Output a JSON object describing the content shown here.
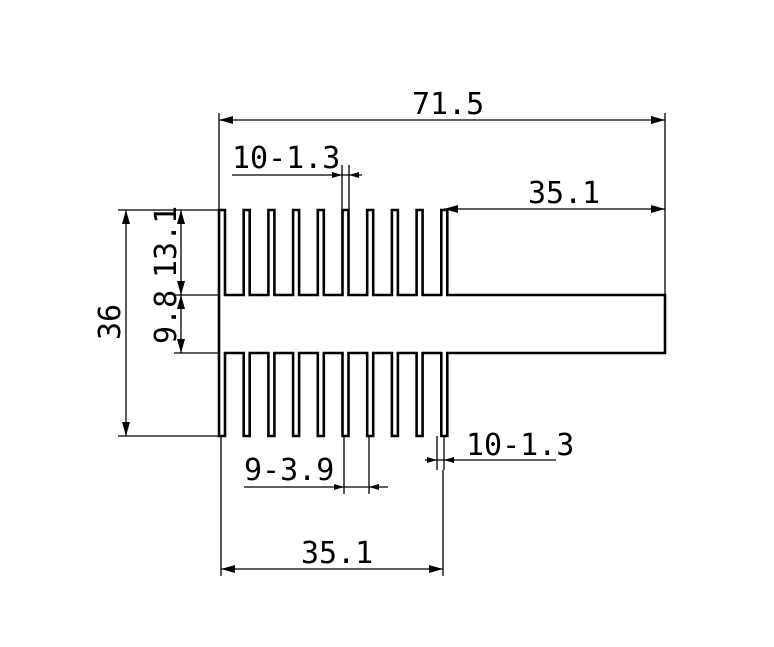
{
  "drawing": {
    "stroke_color": "#000000",
    "background_color": "#ffffff",
    "dimensions": {
      "overall_width": "71.5",
      "top_fin_spec": "10-1.3",
      "plate_length": "35.1",
      "overall_height": "36",
      "fin_height": "13.1",
      "base_thickness": "9.8",
      "bottom_fin_spec": "10-1.3",
      "gap_spec": "9-3.9",
      "fin_section_width": "35.1"
    }
  }
}
